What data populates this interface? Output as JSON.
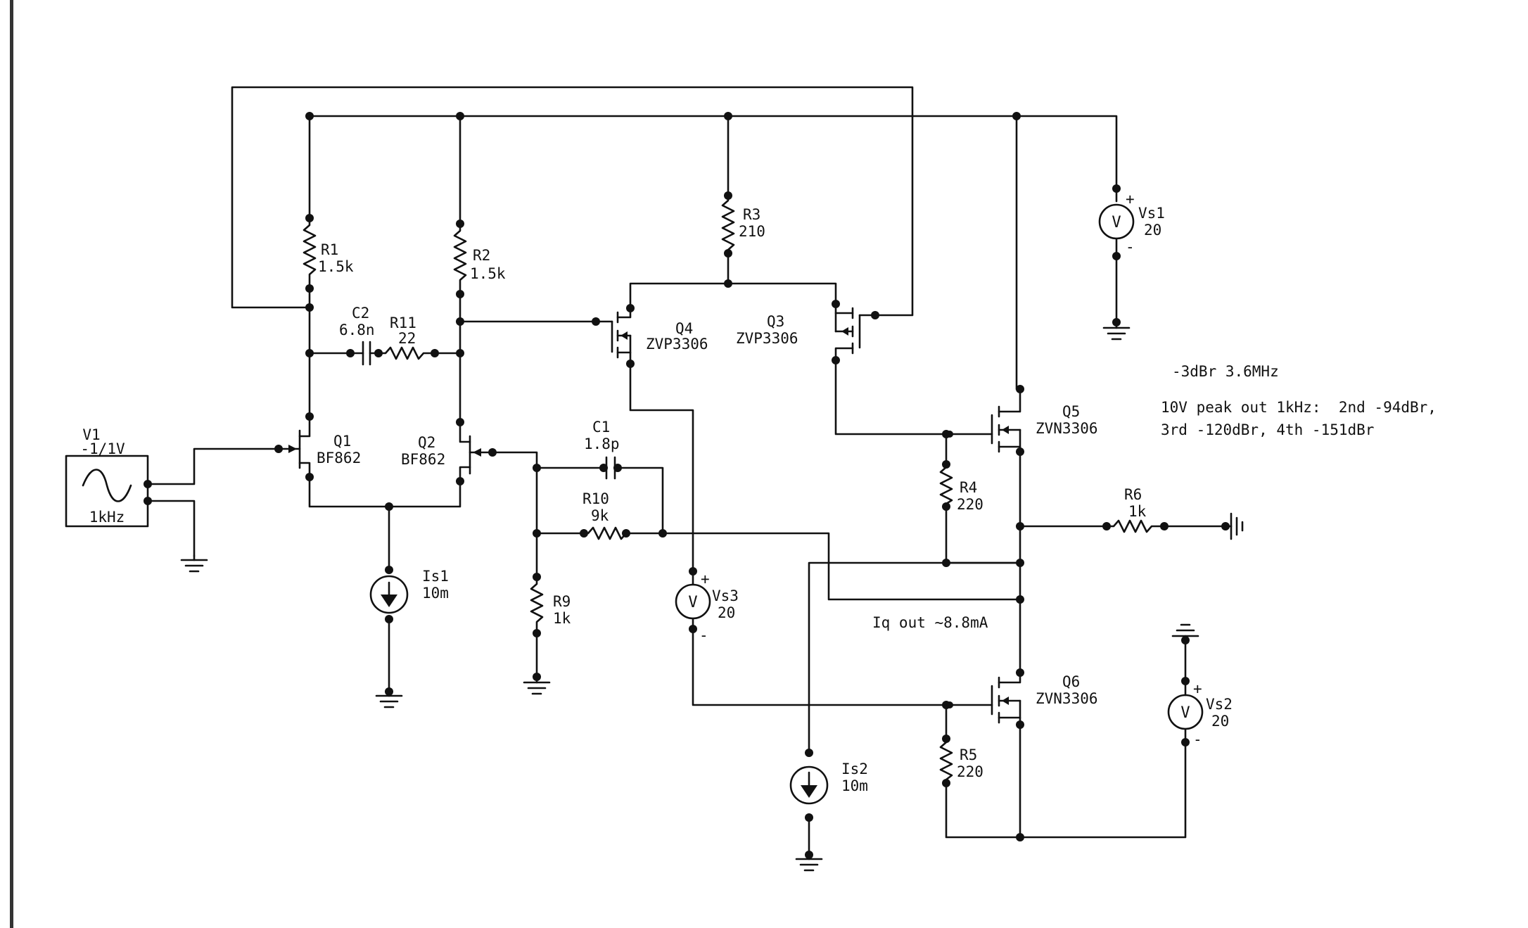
{
  "components": {
    "V1": {
      "ref": "V1",
      "value": "-1/1V",
      "freq": "1kHz"
    },
    "Q1": {
      "ref": "Q1",
      "part": "BF862"
    },
    "Q2": {
      "ref": "Q2",
      "part": "BF862"
    },
    "Q3": {
      "ref": "Q3",
      "part": "ZVP3306"
    },
    "Q4": {
      "ref": "Q4",
      "part": "ZVP3306"
    },
    "Q5": {
      "ref": "Q5",
      "part": "ZVN3306"
    },
    "Q6": {
      "ref": "Q6",
      "part": "ZVN3306"
    },
    "R1": {
      "ref": "R1",
      "value": "1.5k"
    },
    "R2": {
      "ref": "R2",
      "value": "1.5k"
    },
    "R3": {
      "ref": "R3",
      "value": "210"
    },
    "R4": {
      "ref": "R4",
      "value": "220"
    },
    "R5": {
      "ref": "R5",
      "value": "220"
    },
    "R6": {
      "ref": "R6",
      "value": "1k"
    },
    "R9": {
      "ref": "R9",
      "value": "1k"
    },
    "R10": {
      "ref": "R10",
      "value": "9k"
    },
    "R11": {
      "ref": "R11",
      "value": "22"
    },
    "C1": {
      "ref": "C1",
      "value": "1.8p"
    },
    "C2": {
      "ref": "C2",
      "value": "6.8n"
    },
    "Is1": {
      "ref": "Is1",
      "value": "10m"
    },
    "Is2": {
      "ref": "Is2",
      "value": "10m"
    },
    "Vs1": {
      "ref": "Vs1",
      "value": "20"
    },
    "Vs2": {
      "ref": "Vs2",
      "value": "20"
    },
    "Vs3": {
      "ref": "Vs3",
      "value": "20"
    }
  },
  "meter_symbol": "V",
  "polarity": {
    "plus": "+",
    "minus": "-"
  },
  "notes": {
    "bandwidth": "-3dBr 3.6MHz",
    "distortion_line1": "10V peak out 1kHz:  2nd -94dBr,",
    "distortion_line2": "3rd -120dBr, 4th -151dBr",
    "iq": "Iq out ~8.8mA"
  }
}
